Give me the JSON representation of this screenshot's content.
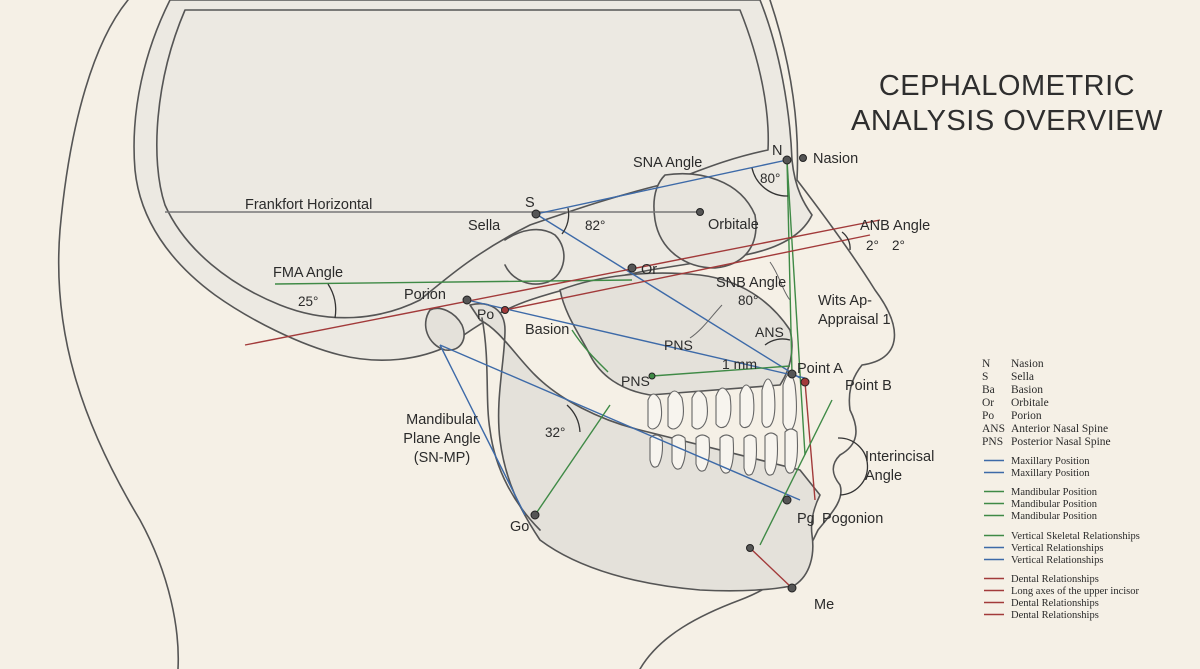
{
  "title": {
    "line1": "CEPHALOMETRIC",
    "line2": "ANALYSIS OVERVIEW"
  },
  "colors": {
    "background": "#f5f0e6",
    "outline": "#555555",
    "bone_fill": "#e4e1da",
    "blue": "#3d6aa8",
    "green": "#3f8a46",
    "red": "#a23a3a",
    "gray_line": "#666666"
  },
  "labels": {
    "frankfort": "Frankfort Horizontal",
    "sna_angle": "SNA Angle",
    "n": "N",
    "nasion": "Nasion",
    "angle_80": "80°",
    "s": "S",
    "sella": "Sella",
    "angle_82": "82°",
    "orbitale": "Orbitale",
    "anb_angle": "ANB Angle",
    "anb_val_1": "2°",
    "anb_val_2": "2°",
    "fma_angle": "FMA Angle",
    "or": "Or",
    "angle_25": "25°",
    "porion": "Porion",
    "snb_angle": "SNB Angle",
    "snb_val": "80°",
    "wits_1": "Wits Ap-",
    "wits_2": "Appraisal 1",
    "po": "Po",
    "basion": "Basion",
    "ans": "ANS",
    "pns_upper": "PNS",
    "mm": "1 mm",
    "point_a": "Point A",
    "pns_lower": "PNS",
    "point_b": "Point B",
    "mandibular_1": "Mandibular",
    "mandibular_2": "Plane Angle",
    "mandibular_3": "(SN-MP)",
    "angle_32": "32°",
    "interincisal_1": "Interincisal",
    "interincisal_2": "Angle",
    "go": "Go",
    "pg": "Pg",
    "pogonion": "Pogonion",
    "me": "Me"
  },
  "legend_abbreviations": [
    {
      "abbr": "N",
      "text": "Nasion"
    },
    {
      "abbr": "S",
      "text": "Sella"
    },
    {
      "abbr": "Ba",
      "text": "Basion"
    },
    {
      "abbr": "Or",
      "text": "Orbitale"
    },
    {
      "abbr": "Po",
      "text": "Porion"
    },
    {
      "abbr": "ANS",
      "text": "Anterior Nasal Spine"
    },
    {
      "abbr": "PNS",
      "text": "Posterior Nasal Spine"
    }
  ],
  "legend_lines": [
    {
      "color": "blue",
      "text": "Maxillary Position"
    },
    {
      "color": "blue",
      "text": "Maxillary Position"
    },
    {
      "color": "green",
      "text": "Mandibular Position"
    },
    {
      "color": "green",
      "text": "Mandibular Position"
    },
    {
      "color": "green",
      "text": "Mandibular Position"
    },
    {
      "color": "green",
      "text": "Vertical Skeletal Relationships"
    },
    {
      "color": "blue",
      "text": "Vertical Relationships"
    },
    {
      "color": "blue",
      "text": "Vertical Relationships"
    },
    {
      "color": "red",
      "text": "Dental Relationships"
    },
    {
      "color": "red",
      "text": "Long axes of the upper incisor"
    },
    {
      "color": "red",
      "text": "Dental Relationships"
    },
    {
      "color": "red",
      "text": "Dental Relationships"
    }
  ]
}
